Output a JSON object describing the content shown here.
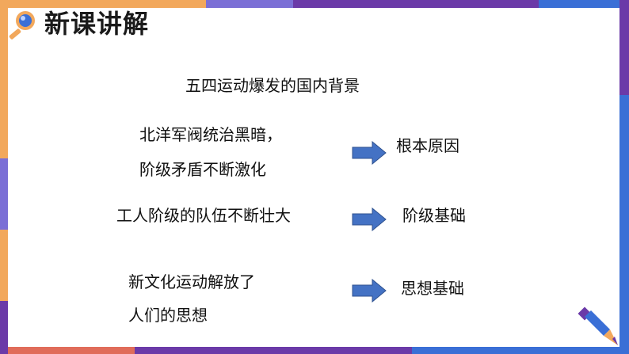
{
  "slide": {
    "title": "新课讲解",
    "heading": "五四运动爆发的国内背景",
    "rows": [
      {
        "lines": [
          "北洋军阀统治黑暗，",
          "阶级矛盾不断激化"
        ],
        "result": "根本原因"
      },
      {
        "lines": [
          "工人阶级的队伍不断壮大"
        ],
        "result": "阶级基础"
      },
      {
        "lines": [
          "新文化运动解放了",
          "人们的思想"
        ],
        "result": "思想基础"
      }
    ]
  },
  "icons": {
    "title_icon": "magnifier-icon",
    "corner_icon": "pencil-icon",
    "row_arrow": "right-arrow-icon"
  },
  "colors": {
    "border_orange": "#f2a85c",
    "border_purple": "#6b3aa8",
    "border_blue": "#3a6fd6",
    "arrow_fill": "#4472c4",
    "arrow_stroke": "#2f528f"
  }
}
